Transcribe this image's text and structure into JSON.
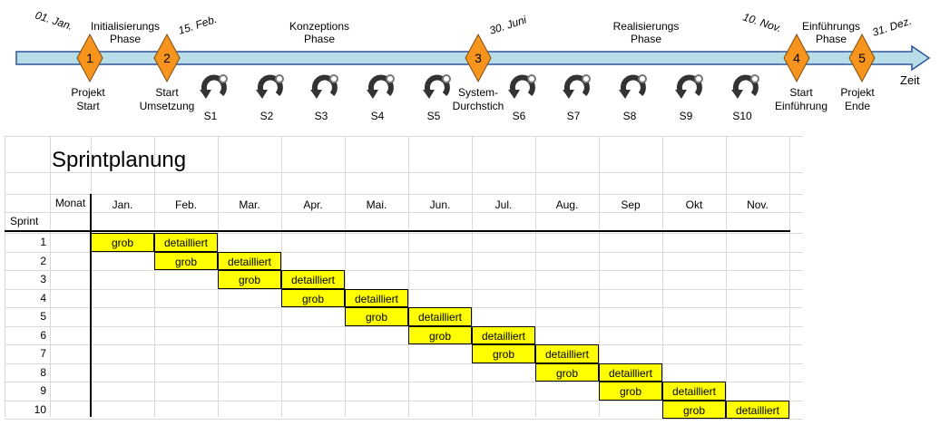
{
  "timeline": {
    "dates": [
      "01. Jan.",
      "15. Feb.",
      "30. Juni",
      "10. Nov.",
      "31. Dez."
    ],
    "phases": [
      {
        "line1": "Initialisierungs",
        "line2": "Phase"
      },
      {
        "line1": "Konzeptions",
        "line2": "Phase"
      },
      {
        "line1": "Realisierungs",
        "line2": "Phase"
      },
      {
        "line1": "Einführungs",
        "line2": "Phase"
      }
    ],
    "milestones": [
      {
        "number": "1",
        "line1": "Projekt",
        "line2": "Start"
      },
      {
        "number": "2",
        "line1": "Start",
        "line2": "Umsetzung"
      },
      {
        "number": "3",
        "line1": "System-",
        "line2": "Durchstich"
      },
      {
        "number": "4",
        "line1": "Start",
        "line2": "Einführung"
      },
      {
        "number": "5",
        "line1": "Projekt",
        "line2": "Ende"
      }
    ],
    "sprints": [
      "S1",
      "S2",
      "S3",
      "S4",
      "S5",
      "S6",
      "S7",
      "S8",
      "S9",
      "S10"
    ],
    "axis_label": "Zeit",
    "colors": {
      "arrow": "#b7dde8",
      "milestone": "#f7941d",
      "sprint_icon": "#333333"
    }
  },
  "sheet": {
    "title": "Sprintplanung",
    "month_header": "Monat",
    "sprint_header": "Sprint",
    "months": [
      "Jan.",
      "Feb.",
      "Mar.",
      "Apr.",
      "Mai.",
      "Jun.",
      "Jul.",
      "Aug.",
      "Sep",
      "Okt",
      "Nov."
    ],
    "rows": [
      "1",
      "2",
      "3",
      "4",
      "5",
      "6",
      "7",
      "8",
      "9",
      "10"
    ],
    "rough_label": "grob",
    "detailed_label": "detailliert",
    "colors": {
      "highlight": "#ffff00",
      "grid": "#d9d9d9",
      "border": "#000000"
    }
  }
}
